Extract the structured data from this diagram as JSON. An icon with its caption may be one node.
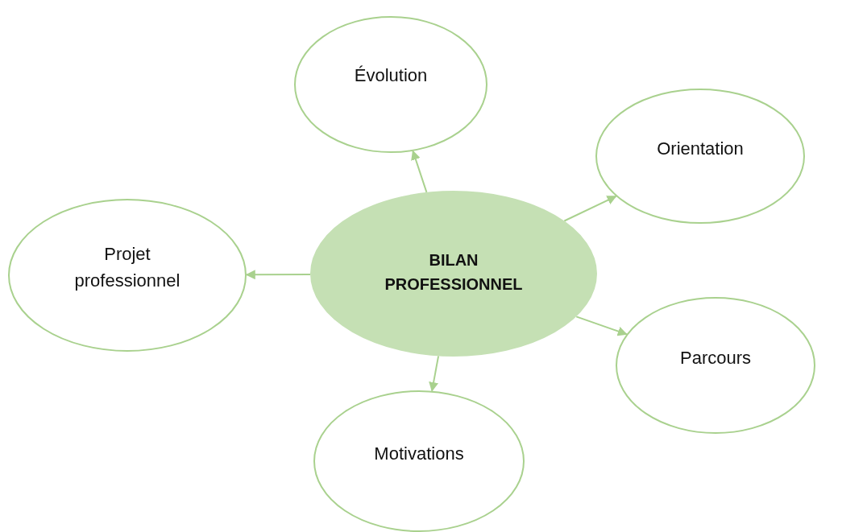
{
  "diagram": {
    "nodes": [
      {
        "text": [
          "Évolution"
        ]
      },
      {
        "text": [
          "Orientation"
        ]
      },
      {
        "text": [
          "Projet professionnel"
        ]
      },
      {
        "text": [
          "BILAN PROFESSIONNEL"
        ]
      },
      {
        "text": [
          "Parcours"
        ]
      },
      {
        "text": [
          "Motivations"
        ]
      }
    ],
    "edges": [
      {
        "from": 3,
        "to": 0,
        "arrow": "to"
      },
      {
        "from": 3,
        "to": 1,
        "arrow": "to"
      },
      {
        "from": 3,
        "to": 2,
        "arrow": "to"
      },
      {
        "from": 3,
        "to": 4,
        "arrow": "to"
      },
      {
        "from": 3,
        "to": 5,
        "arrow": "to"
      }
    ]
  }
}
